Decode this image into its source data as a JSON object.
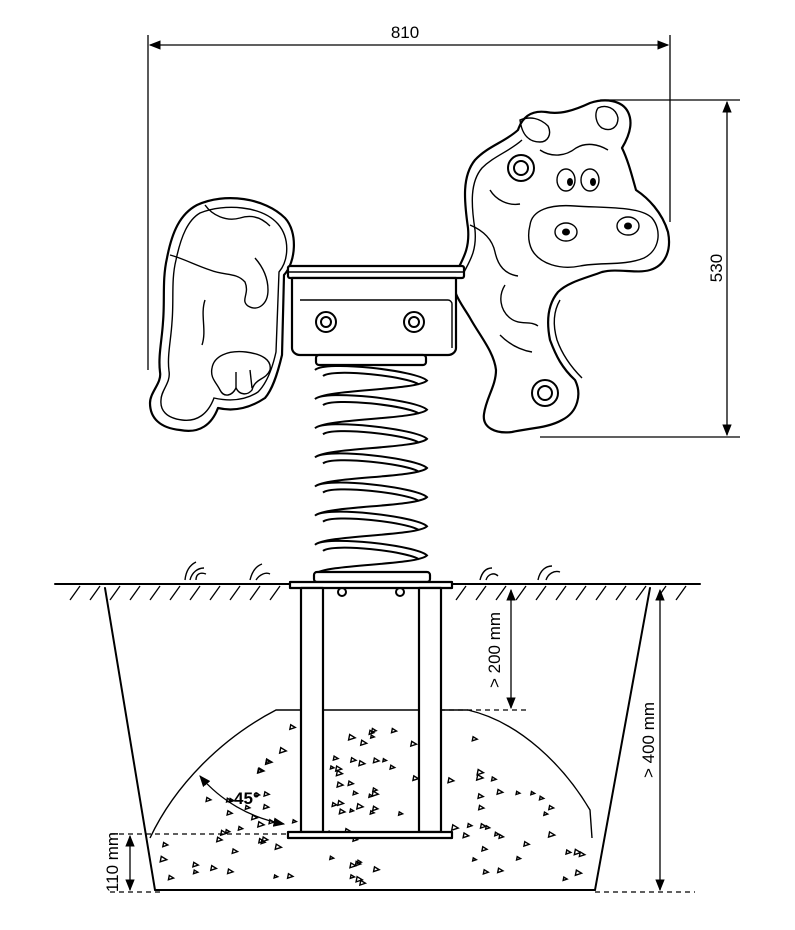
{
  "dimensions": {
    "width_label": "810",
    "height_label": "530",
    "depth_upper_label": "> 200 mm",
    "depth_total_label": "> 400 mm",
    "base_label": "110 mm",
    "angle_label": "45°"
  }
}
